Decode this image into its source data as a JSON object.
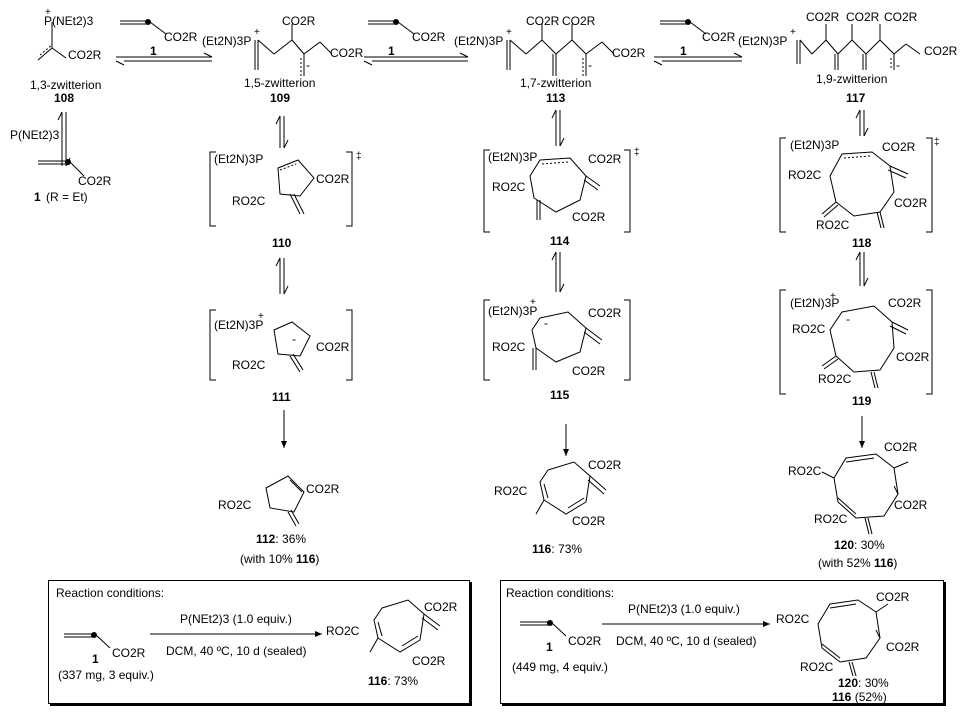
{
  "reagents": {
    "ligand": "P(NEt2)3",
    "allenoate_number": "1",
    "allenoate_def": "(R = Et)",
    "ester": "CO2R",
    "ester_left": "RO2C",
    "phosphonium": "(Et2N)3P",
    "plus": "+",
    "minus": "-",
    "ddagger": "‡"
  },
  "step_labels": {
    "s1": "1",
    "s2": "1",
    "s3": "1"
  },
  "compounds": {
    "c108_name": "1,3-zwitterion",
    "c108": "108",
    "c109_name": "1,5-zwitterion",
    "c109": "109",
    "c113_name": "1,7-zwitterion",
    "c113": "113",
    "c117_name": "1,9-zwitterion",
    "c117": "117",
    "c110": "110",
    "c111": "111",
    "c112": "112",
    "c112_yield": ": 36%",
    "c112_note_pre": "(with 10% ",
    "c112_note_num": "116",
    "c112_note_post": ")",
    "c114": "114",
    "c115": "115",
    "c116": "116",
    "c116_yield": ": 73%",
    "c118": "118",
    "c119": "119",
    "c120": "120",
    "c120_yield": ": 30%",
    "c120_note_pre": "(with 52% ",
    "c120_note_num": "116",
    "c120_note_post": ")"
  },
  "box_left": {
    "title": "Reaction conditions:",
    "reagent": "P(NEt2)3 (1.0 equiv.)",
    "conditions": "DCM, 40 ºC, 10 d (sealed)",
    "sm_num": "1",
    "sm_amount": "(337 mg, 3 equiv.)",
    "product_num": "116",
    "product_yield": ": 73%"
  },
  "box_right": {
    "title": "Reaction conditions:",
    "reagent": "P(NEt2)3 (1.0 equiv.)",
    "conditions": "DCM, 40 ºC, 10 d (sealed)",
    "sm_num": "1",
    "sm_amount": "(449 mg, 4 equiv.)",
    "product_num": "120",
    "product_yield": ": 30%",
    "product2_num": "116",
    "product2_yield": " (52%)"
  }
}
